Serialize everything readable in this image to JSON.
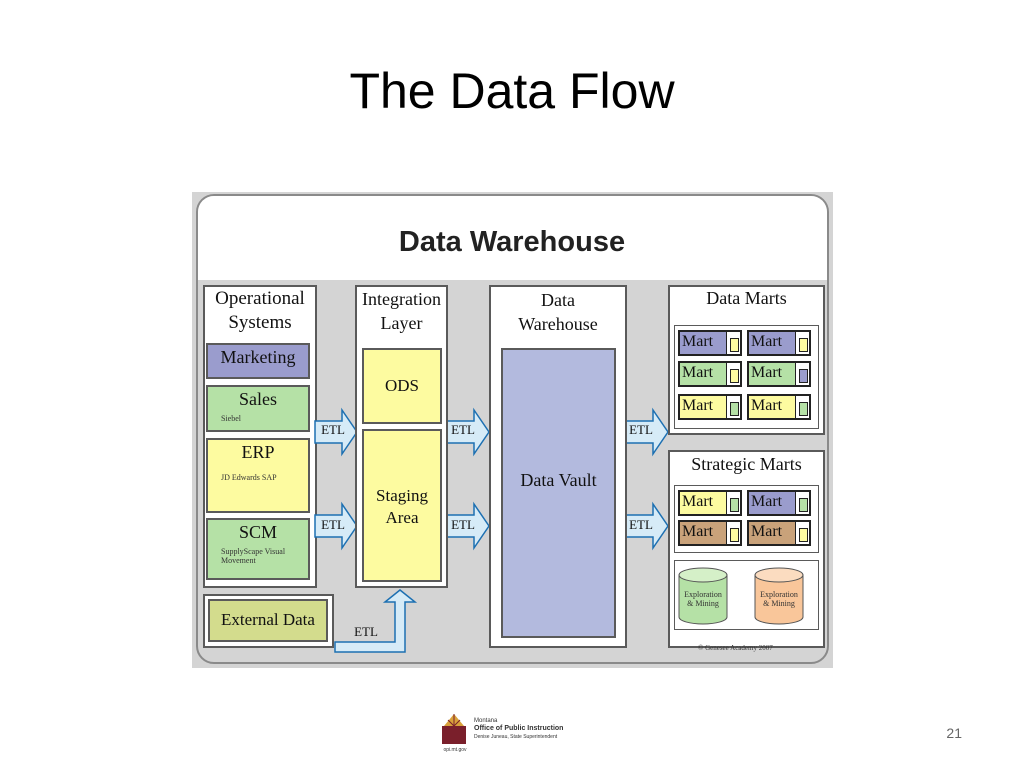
{
  "slide": {
    "title": "The Data Flow",
    "page_number": "21"
  },
  "diagram": {
    "header": "Data Warehouse",
    "operational": {
      "title": "Operational Systems",
      "marketing": "Marketing",
      "sales": "Sales",
      "sales_sub": "Siebel",
      "erp": "ERP",
      "erp_sub": "JD Edwards SAP",
      "scm": "SCM",
      "scm_sub": "SupplyScape Visual Movement",
      "external": "External Data"
    },
    "integration": {
      "title": "Integration Layer",
      "ods": "ODS",
      "staging": "Staging Area"
    },
    "warehouse": {
      "title": "Data Warehouse",
      "vault": "Data Vault"
    },
    "data_marts": {
      "title": "Data Marts",
      "mart_label": "Mart"
    },
    "strategic": {
      "title": "Strategic Marts",
      "exploration": "Exploration & Mining"
    },
    "etl_label": "ETL",
    "copyright": "© Genesee Academy 2007",
    "colors": {
      "purple": "#9a9ccd",
      "green": "#b5e1a6",
      "yellow": "#fdfba0",
      "olive": "#d3dc8d",
      "vault": "#b3bade",
      "arrow": "#d6ebf7",
      "peach": "#f9c69a",
      "panel": "#d4d4d4"
    }
  },
  "footer": {
    "org_line1": "Montana",
    "org_line2": "Office of Public Instruction",
    "org_line3": "Denise Juneau, State Superintendent",
    "url": "opi.mt.gov"
  }
}
